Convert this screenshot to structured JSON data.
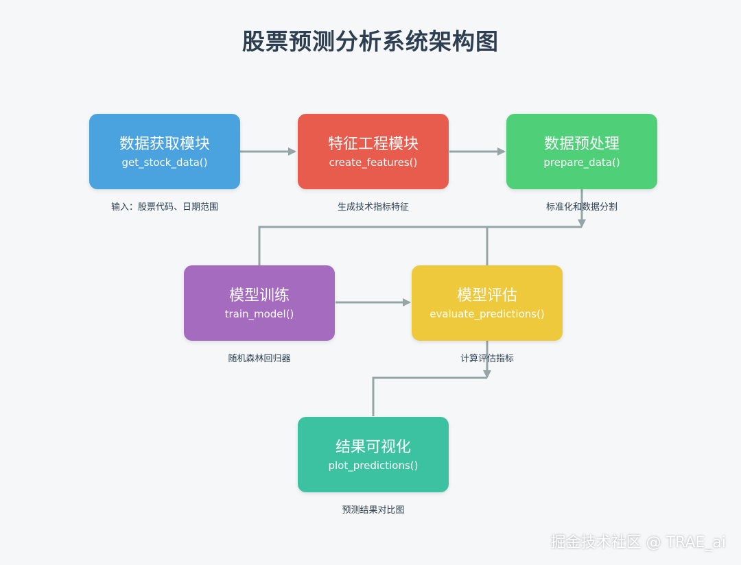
{
  "title": "股票预测分析系统架构图",
  "colors": {
    "blue": "#4aa3df",
    "red": "#e85c4d",
    "green": "#4fcf78",
    "purple": "#a46bbf",
    "yellow": "#efc93c",
    "teal": "#3cc2a0",
    "connector": "#95a5a6",
    "text": "#2c3e50"
  },
  "nodes": {
    "data_fetch": {
      "title": "数据获取模块",
      "func": "get_stock_data()",
      "note": "输入：股票代码、日期范围"
    },
    "feature_eng": {
      "title": "特征工程模块",
      "func": "create_features()",
      "note": "生成技术指标特征"
    },
    "preprocess": {
      "title": "数据预处理",
      "func": "prepare_data()",
      "note": "标准化和数据分割"
    },
    "train": {
      "title": "模型训练",
      "func": "train_model()",
      "note": "随机森林回归器"
    },
    "evaluate": {
      "title": "模型评估",
      "func": "evaluate_predictions()",
      "note": "计算评估指标"
    },
    "visualize": {
      "title": "结果可视化",
      "func": "plot_predictions()",
      "note": "预测结果对比图"
    }
  },
  "watermark": "掘金技术社区 @ TRAE_ai"
}
